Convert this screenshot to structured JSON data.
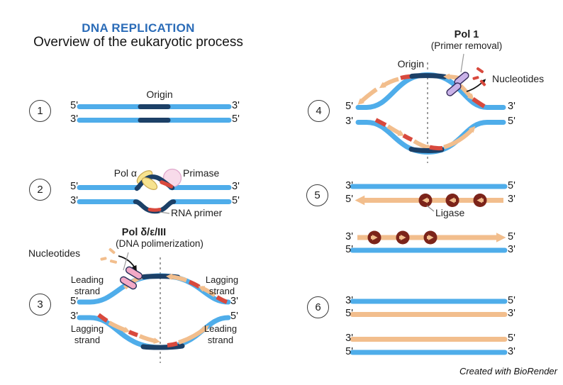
{
  "header": {
    "title": "DNA REPLICATION",
    "subtitle": "Overview of the eukaryotic process"
  },
  "footer": {
    "credit": "Created with BioRender"
  },
  "colors": {
    "title_blue": "#2B6CB8",
    "strand_blue": "#4FADEA",
    "origin_navy": "#1C4067",
    "strand_orange": "#F2BE8D",
    "primer_red": "#D8493D",
    "ligase_maroon": "#7C241A",
    "pol_delta_pink": "#F3A9C6",
    "pol1_purple": "#C9B2E8",
    "primase_pink": "#F8DBEA",
    "pol_alpha_yellow": "#F7E38F"
  },
  "step1": {
    "number": "1",
    "origin_label": "Origin",
    "ends": {
      "tl": "5'",
      "tr": "3'",
      "bl": "3'",
      "br": "5'"
    }
  },
  "step2": {
    "number": "2",
    "pol_alpha": "Pol α",
    "primase": "Primase",
    "rna_primer": "RNA primer",
    "ends": {
      "tl": "5'",
      "tr": "3'",
      "bl": "3'",
      "br": "5'"
    }
  },
  "step3": {
    "number": "3",
    "enzyme": "Pol δ/ε/III",
    "action": "(DNA polimerization)",
    "nucleotides": "Nucleotides",
    "strand_tl": "Leading strand",
    "strand_tr": "Lagging strand",
    "strand_bl": "Lagging strand",
    "strand_br": "Leading strand",
    "ends": {
      "tl": "5'",
      "tr": "3'",
      "bl": "3'",
      "br": "5'"
    }
  },
  "step4": {
    "number": "4",
    "enzyme": "Pol 1",
    "action": "(Primer removal)",
    "origin_label": "Origin",
    "nucleotides": "Nucleotides",
    "ends": {
      "tl": "5'",
      "tr": "3'",
      "bl": "3'",
      "br": "5'"
    }
  },
  "step5": {
    "number": "5",
    "ligase_label": "Ligase",
    "pair1": {
      "tl": "3'",
      "tr": "5'",
      "bl": "5'",
      "br": "3'"
    },
    "pair2": {
      "tl": "3'",
      "tr": "5'",
      "bl": "5'",
      "br": "3'"
    }
  },
  "step6": {
    "number": "6",
    "pair1": {
      "tl": "3'",
      "tr": "5'",
      "bl": "5'",
      "br": "3'"
    },
    "pair2": {
      "tl": "3'",
      "tr": "5'",
      "bl": "5'",
      "br": "3'"
    }
  }
}
